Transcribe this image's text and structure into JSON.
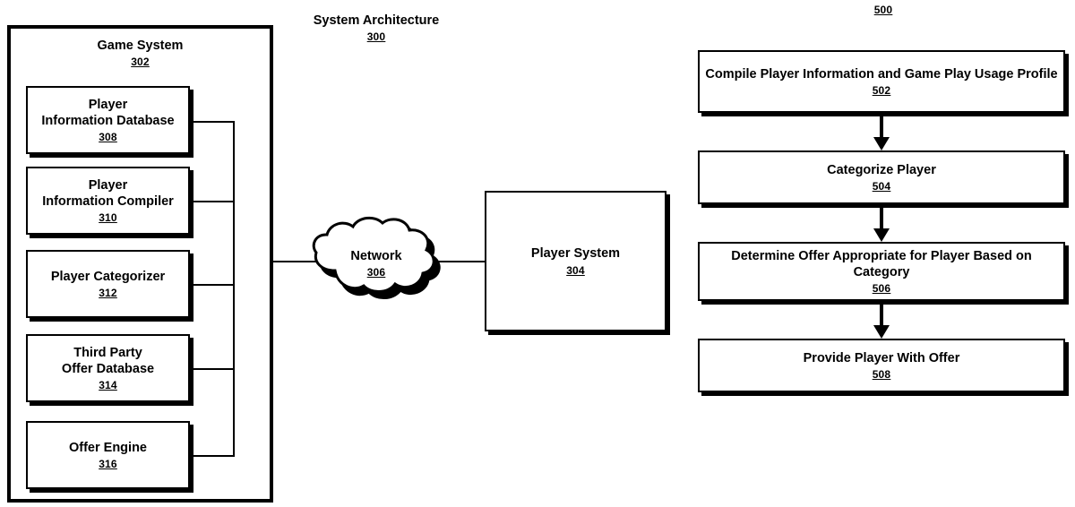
{
  "figures": {
    "system_architecture": {
      "title": "System Architecture",
      "ref": "300",
      "game_system": {
        "label": "Game System",
        "ref": "302",
        "components": [
          {
            "label": "Player\nInformation Database",
            "line1": "Player",
            "line2": "Information Database",
            "ref": "308"
          },
          {
            "label": "Player\nInformation Compiler",
            "line1": "Player",
            "line2": "Information Compiler",
            "ref": "310"
          },
          {
            "label": "Player Categorizer",
            "line1": "Player Categorizer",
            "line2": "",
            "ref": "312"
          },
          {
            "label": "Third Party\nOffer Database",
            "line1": "Third Party",
            "line2": "Offer Database",
            "ref": "314"
          },
          {
            "label": "Offer Engine",
            "line1": "Offer Engine",
            "line2": "",
            "ref": "316"
          }
        ]
      },
      "network": {
        "label": "Network",
        "ref": "306"
      },
      "player_system": {
        "label": "Player System",
        "ref": "304"
      }
    },
    "process_flow": {
      "ref": "500",
      "steps": [
        {
          "label": "Compile Player Information and Game Play Usage Profile",
          "ref": "502"
        },
        {
          "label": "Categorize Player",
          "ref": "504"
        },
        {
          "label": "Determine Offer Appropriate for Player Based on Category",
          "ref": "506"
        },
        {
          "label": "Provide Player With Offer",
          "ref": "508"
        }
      ]
    }
  },
  "colors": {
    "stroke": "#000000",
    "background": "#ffffff"
  }
}
